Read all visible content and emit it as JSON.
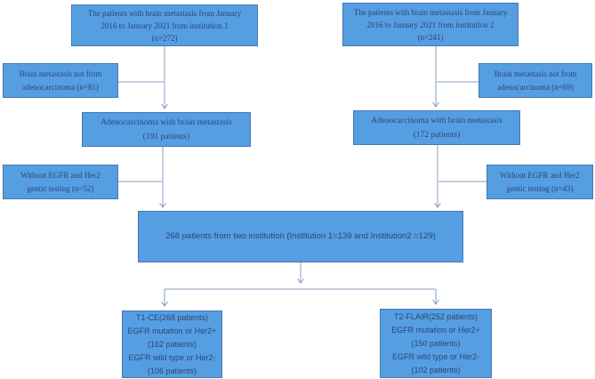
{
  "colors": {
    "box_fill": "#559EE2",
    "box_border": "#4478B1",
    "box_text": "#2B4770",
    "connector": "#8A9CC0"
  },
  "flowchart": {
    "top_left": {
      "lines": [
        "The patients with brain metastasis from January",
        "2016 to January 2021 from institution 1",
        "(n=272)"
      ]
    },
    "top_right": {
      "lines": [
        "The patients with brain metastasis from January",
        "2016 to January 2021 from institution 2",
        "(n=241)"
      ]
    },
    "exclusion_left_1": {
      "lines": [
        "Brain metastasis not from",
        "adenocarcinoma (n=81)"
      ]
    },
    "exclusion_right_1": {
      "lines": [
        "Brain metastasis not from",
        "adenocarcinoma (n=69)"
      ]
    },
    "adenocarcinoma_left": {
      "lines": [
        "Adenocarcinoma with brain metastasis",
        "(191 patients)"
      ]
    },
    "adenocarcinoma_right": {
      "lines": [
        "Adenocarcinoma with brain metastasis",
        "(172 patients)"
      ]
    },
    "exclusion_left_2": {
      "lines": [
        "Without EGFR and Her2",
        "gentic testing (n=52)"
      ]
    },
    "exclusion_right_2": {
      "lines": [
        "Without EGFR and Her2",
        "gentic testing (n=43)"
      ]
    },
    "combined": {
      "lines": [
        "268 patients from two institution (Institution 1=139 and Institution2 =129)"
      ]
    },
    "t1ce": {
      "lines": [
        "T1-CE(268 patients)",
        "EGFR mutation or Her2+",
        "(162 patients)",
        "EGFR wild type or Her2-",
        "(106 patients)"
      ]
    },
    "t2flair": {
      "lines": [
        "T2-FLAIR(252 patients)",
        "EGFR mutation or Her2+",
        "(150 patients)",
        "EGFR wild type or Her2-",
        "(102 patients)"
      ]
    }
  }
}
